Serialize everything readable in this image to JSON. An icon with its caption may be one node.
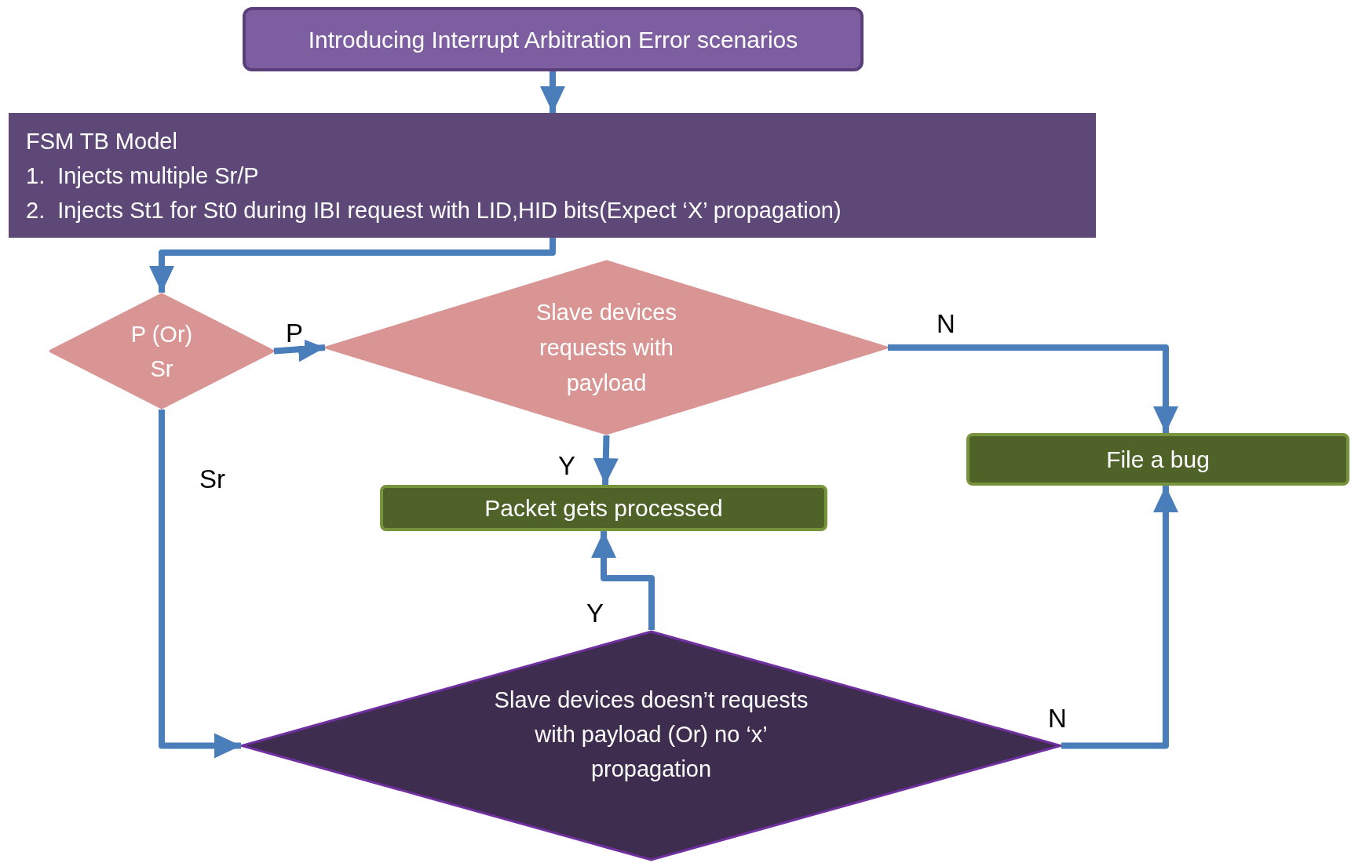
{
  "diagram": {
    "nodes": [
      {
        "text": [
          "Introducing Interrupt Arbitration Error scenarios"
        ]
      },
      {
        "text": [
          "FSM TB Model",
          "1.  Injects multiple Sr/P",
          "2.  Injects St1 for St0 during IBI request with LID,HID bits(Expect ‘X’ propagation)"
        ]
      },
      {
        "text": [
          "P (Or) Sr"
        ]
      },
      {
        "text": [
          "Slave devices requests with payload"
        ]
      },
      {
        "text": [
          "File a bug"
        ]
      },
      {
        "text": [
          "Packet gets processed"
        ]
      },
      {
        "text": [
          "Slave devices  doesn’t requests with payload (Or) no ‘x’ propagation"
        ]
      }
    ],
    "edges": [
      {
        "from": 0,
        "to": 1,
        "arrow": "to"
      },
      {
        "from": 1,
        "to": 2,
        "arrow": "to"
      },
      {
        "from": 2,
        "to": 3,
        "arrow": "to",
        "label": "P"
      },
      {
        "from": 2,
        "to": 6,
        "arrow": "to",
        "label": "Sr"
      },
      {
        "from": 3,
        "to": 4,
        "arrow": "to",
        "label": "N"
      },
      {
        "from": 3,
        "to": 5,
        "arrow": "to",
        "label": "Y"
      },
      {
        "from": 6,
        "to": 5,
        "arrow": "to",
        "label": "Y"
      },
      {
        "from": 6,
        "to": 4,
        "arrow": "to",
        "label": "N"
      }
    ]
  }
}
